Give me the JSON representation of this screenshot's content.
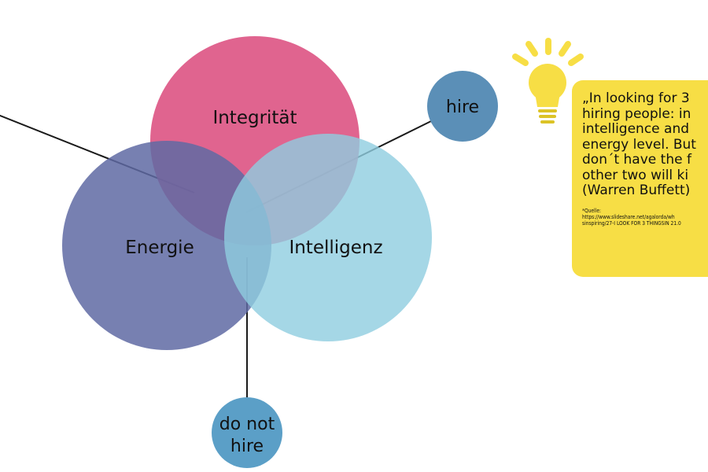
{
  "diagram": {
    "circles": [
      {
        "id": "integritaet",
        "label": "Integrität",
        "color": "#dc4f7f"
      },
      {
        "id": "energie",
        "label": "Energie",
        "color": "#5f6aa3"
      },
      {
        "id": "intelligenz",
        "label": "Intelligenz",
        "color": "#8fcde0"
      }
    ],
    "bubbles": {
      "hire": "hire",
      "do_not_hire_line1": "do not",
      "do_not_hire_line2": "hire"
    }
  },
  "quote": {
    "text": "„In looking for 3\nhiring people: in\nintelligence and\nenergy level. But\ndon´t have the f\nother two will ki\n(Warren Buffett)",
    "source": "*Quelle:\nhttps://www.slideshare.net/agalorda/wh\nsinspiring/27-I LOOK FOR 3 THINGSIN 21.0"
  },
  "colors": {
    "bubble": "#5b8fb7",
    "quote_background": "#f7de45",
    "bulb": "#f7de45",
    "bulb_base": "#dcc326",
    "line": "#1a1a1a"
  },
  "icons": [
    "lightbulb-icon"
  ]
}
